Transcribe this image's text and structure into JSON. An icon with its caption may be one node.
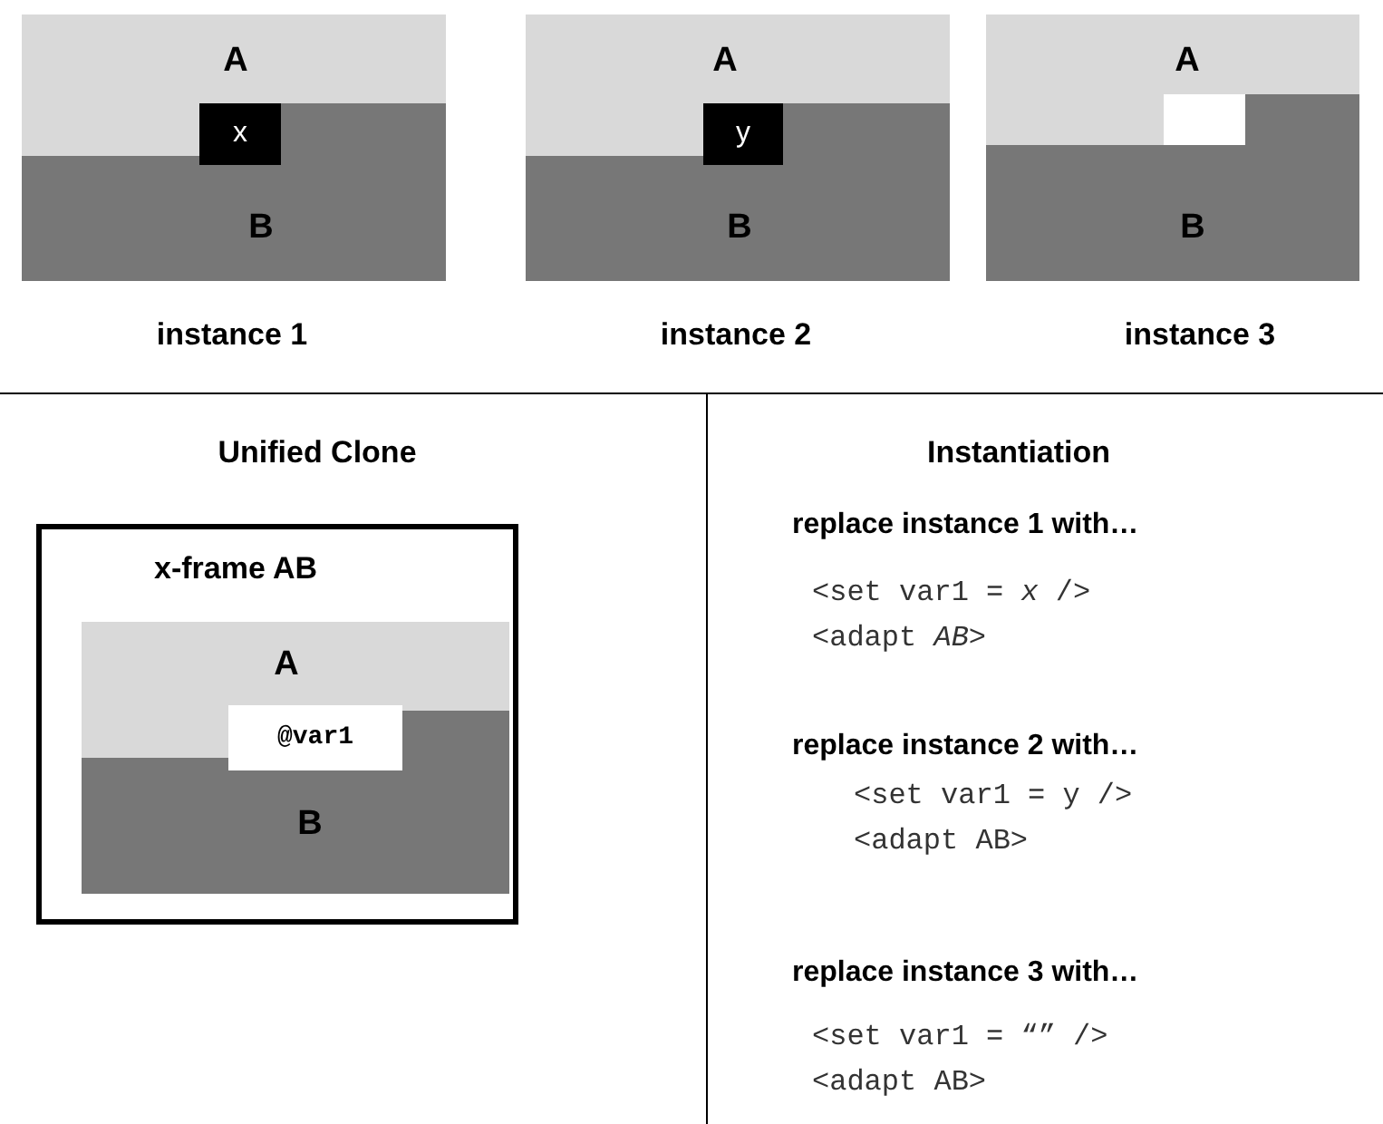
{
  "diagram": {
    "nodes": [
      {
        "text": [
          "A",
          "B"
        ],
        "beside": [
          "instance 1"
        ]
      },
      {
        "text": [
          "x"
        ],
        "in": 0
      },
      {
        "text": [
          "A",
          "B"
        ],
        "beside": [
          "instance 2"
        ]
      },
      {
        "text": [
          "y"
        ],
        "in": 2
      },
      {
        "text": [
          "A",
          "B"
        ],
        "beside": [
          "instance 3"
        ]
      },
      {
        "text": [],
        "shape": "box",
        "in": 4
      },
      {
        "text": [
          "x-frame AB"
        ]
      },
      {
        "text": [
          "A",
          "B"
        ],
        "in": 6
      },
      {
        "text": [
          "@var1"
        ],
        "in": 7
      }
    ],
    "labels": [
      "Unified Clone",
      "Instantiation",
      "replace instance 1 with…",
      "<set var1 = *x* />",
      "<adapt *AB*>",
      "replace instance 2 with…",
      "<set var1 = y />",
      "<adapt AB>",
      "replace instance 3 with…",
      "<set var1 = “” />",
      "<adapt AB>"
    ]
  }
}
